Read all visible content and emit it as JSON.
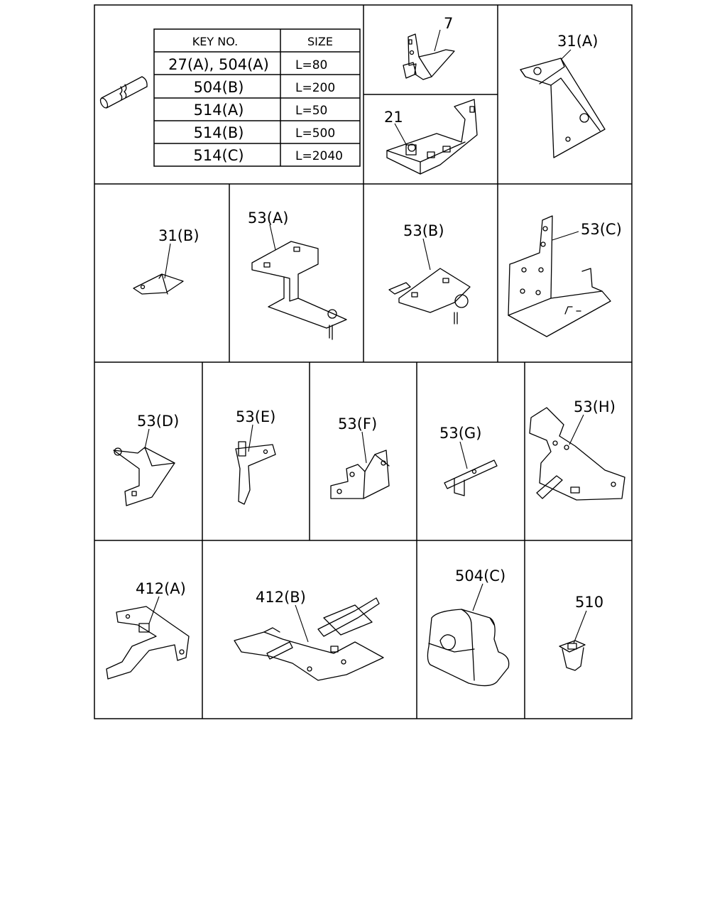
{
  "diagram": {
    "size_table": {
      "headers": [
        "KEY NO.",
        "SIZE"
      ],
      "rows": [
        [
          "27(A), 504(A)",
          "L=80"
        ],
        [
          "504(B)",
          "L=200"
        ],
        [
          "514(A)",
          "L=50"
        ],
        [
          "514(B)",
          "L=500"
        ],
        [
          "514(C)",
          "L=2040"
        ]
      ]
    },
    "callouts": {
      "p7": "7",
      "p21": "21",
      "p31a": "31(A)",
      "p31b": "31(B)",
      "p53a": "53(A)",
      "p53b": "53(B)",
      "p53c": "53(C)",
      "p53d": "53(D)",
      "p53e": "53(E)",
      "p53f": "53(F)",
      "p53g": "53(G)",
      "p53h": "53(H)",
      "p412a": "412(A)",
      "p412b": "412(B)",
      "p504c": "504(C)",
      "p510": "510"
    }
  }
}
